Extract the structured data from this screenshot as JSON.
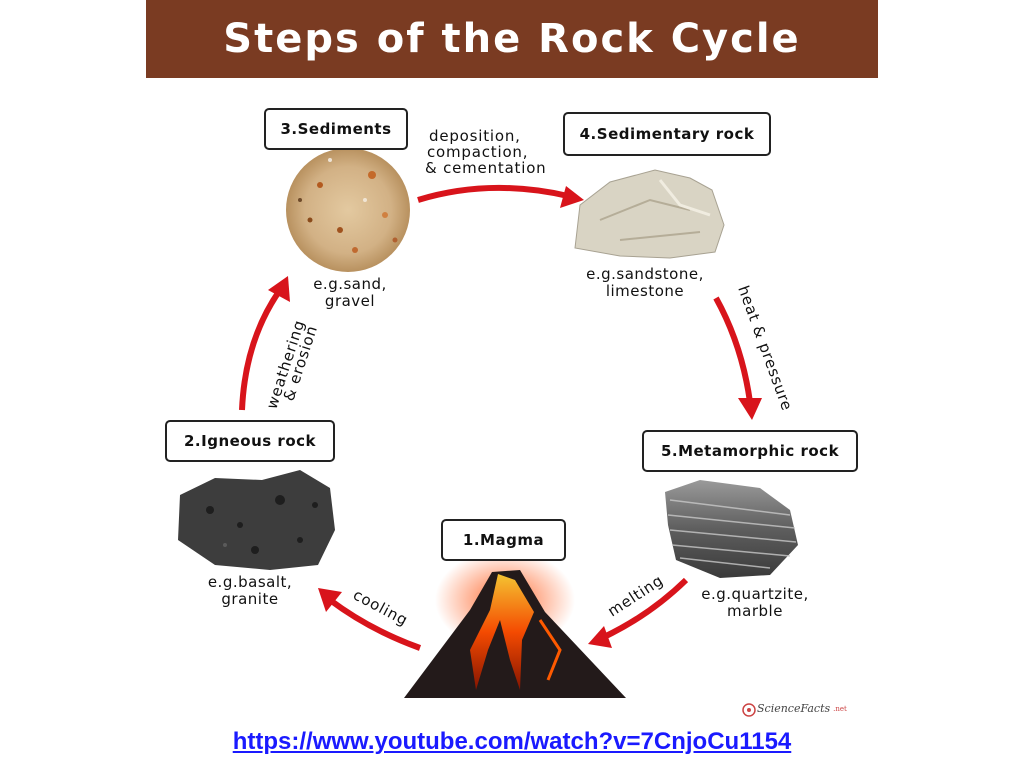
{
  "title": "Steps of the Rock Cycle",
  "stages": {
    "magma": {
      "label": "1.Magma"
    },
    "igneous": {
      "label": "2.Igneous rock",
      "example_line1": "e.g.basalt,",
      "example_line2": "granite"
    },
    "sediments": {
      "label": "3.Sediments",
      "example_line1": "e.g.sand,",
      "example_line2": "gravel"
    },
    "sedimentary": {
      "label": "4.Sedimentary rock",
      "example_line1": "e.g.sandstone,",
      "example_line2": "limestone"
    },
    "metamorphic": {
      "label": "5.Metamorphic rock",
      "example_line1": "e.g.quartzite,",
      "example_line2": "marble"
    }
  },
  "processes": {
    "deposition_line1": "deposition,",
    "deposition_line2": "compaction,",
    "deposition_line3": "& cementation",
    "heat_pressure": "heat & pressure",
    "melting": "melting",
    "cooling": "cooling",
    "weathering_line1": "weathering",
    "weathering_line2": "& erosion"
  },
  "brand": {
    "name": "ScienceFacts",
    "suffix": ".net"
  },
  "link": "https://www.youtube.com/watch?v=7CnjoCu1154",
  "colors": {
    "header_bg": "#7a3b22",
    "arrow": "#d8141b",
    "link": "#1a1aff"
  },
  "icons": [
    "sand-image",
    "sandstone-image",
    "quartzite-image",
    "volcano-image",
    "basalt-image",
    "brand-logo-icon"
  ]
}
